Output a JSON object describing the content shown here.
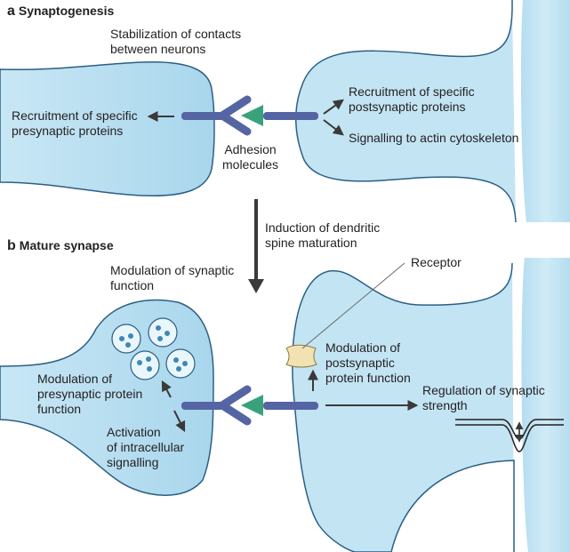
{
  "panels": {
    "a": {
      "letter": "a",
      "title": "Synaptogenesis"
    },
    "b": {
      "letter": "b",
      "title": "Mature synapse"
    }
  },
  "labels": {
    "stabilization": [
      "Stabilization of contacts",
      "between neurons"
    ],
    "recruit_pre": [
      "Recruitment of specific",
      "presynaptic proteins"
    ],
    "recruit_post": [
      "Recruitment of specific",
      "postsynaptic proteins"
    ],
    "actin": "Signalling to actin cytoskeleton",
    "adhesion": [
      "Adhesion",
      "molecules"
    ],
    "induction": [
      "Induction of dendritic",
      "spine maturation"
    ],
    "mod_synaptic": [
      "Modulation of synaptic",
      "function"
    ],
    "receptor": "Receptor",
    "mod_post": [
      "Modulation of",
      "postsynaptic",
      "protein function"
    ],
    "mod_pre": [
      "Modulation of",
      "presynaptic protein",
      "function"
    ],
    "activation": [
      "Activation",
      "of intracellular",
      "signalling"
    ],
    "regulation": [
      "Regulation of synaptic",
      "strength"
    ]
  },
  "colors": {
    "membrane_fill": "#c3e4f3",
    "membrane_stroke": "#2b5f84",
    "adhesion_bar": "#5564a3",
    "adhesion_head": "#3aa27a",
    "receptor": "#f2e2b1",
    "arrow": "#3a3a3a"
  }
}
